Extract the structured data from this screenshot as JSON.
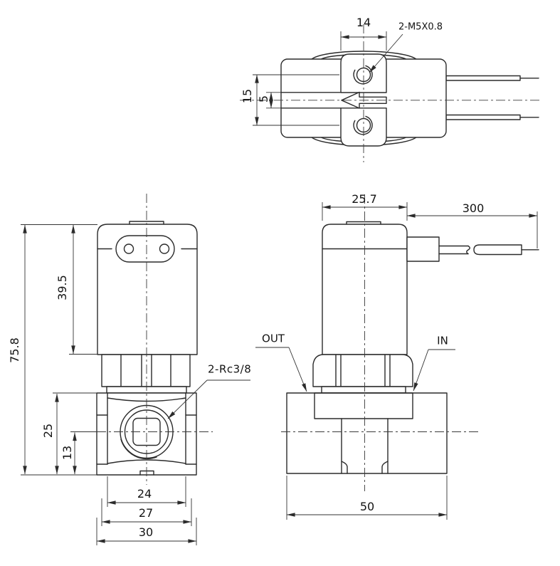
{
  "views": {
    "top": {
      "dim_boss_width": "14",
      "thread_callout": "2-M5X0.8",
      "dim_hole_spacing": "15",
      "dim_slot_width": "5"
    },
    "front": {
      "dim_coil_height": "39.5",
      "dim_overall_height": "75.8",
      "dim_body_height": "25",
      "dim_port_center_height": "13",
      "dim_width_inner": "24",
      "dim_width_mid": "27",
      "dim_width_outer": "30",
      "port_callout": "2-Rc3/8"
    },
    "side": {
      "dim_coil_width": "25.7",
      "dim_cable_length": "300",
      "dim_body_width": "50",
      "label_out": "OUT",
      "label_in": "IN"
    }
  },
  "style": {
    "line_color": "#2b2b2b",
    "background": "#ffffff"
  }
}
